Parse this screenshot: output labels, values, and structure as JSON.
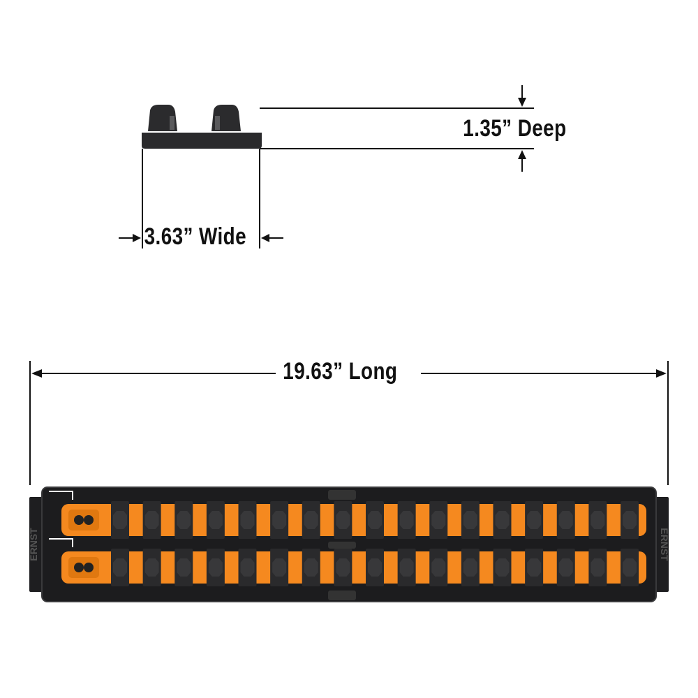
{
  "dimensions": {
    "depth_label": "1.35” Deep",
    "width_label": "3.63” Wide",
    "length_label": "19.63” Long"
  },
  "product": {
    "brand": "ERNST",
    "rails": 2,
    "clips_per_rail": 17
  },
  "colors": {
    "rail": "#f5891f",
    "tray": "#1c1c1e",
    "clip": "#2a2a2c",
    "line": "#111111"
  }
}
